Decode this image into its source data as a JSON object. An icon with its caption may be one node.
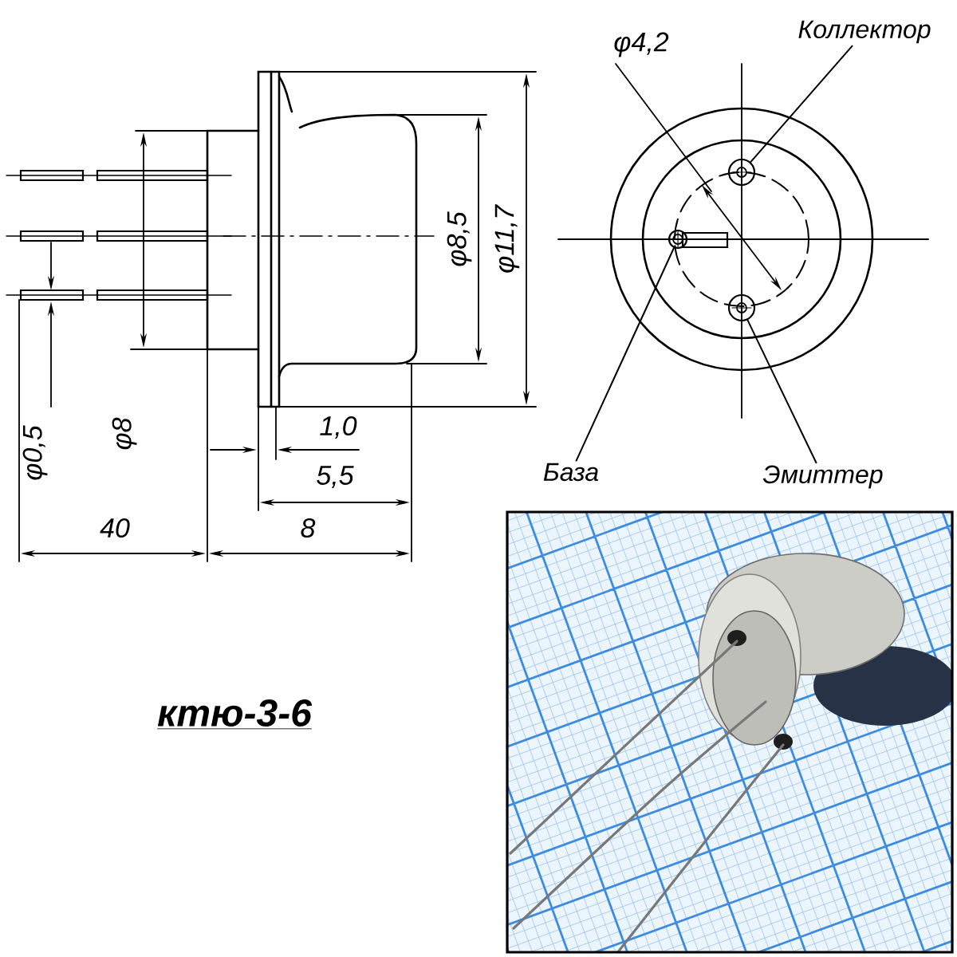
{
  "diagram": {
    "title": "ктю-3-6",
    "nodes": [
      {
        "text": [
          "Коллектор"
        ]
      },
      {
        "text": [
          "База"
        ]
      },
      {
        "text": [
          "Эмиттер"
        ]
      },
      {
        "text": [],
        "shape": "circle"
      },
      {
        "text": [],
        "shape": "circle"
      },
      {
        "text": [],
        "shape": "circle"
      }
    ],
    "edges": [
      {
        "from": 0,
        "to": 3,
        "arrow": "none"
      },
      {
        "from": 1,
        "to": 4,
        "arrow": "none"
      },
      {
        "from": 2,
        "to": 5,
        "arrow": "none"
      }
    ],
    "labels": [
      "φ4,2",
      "φ8,5",
      "φ11,7",
      "φ8",
      "φ0,5",
      "1,0",
      "5,5",
      "40",
      "8"
    ]
  }
}
